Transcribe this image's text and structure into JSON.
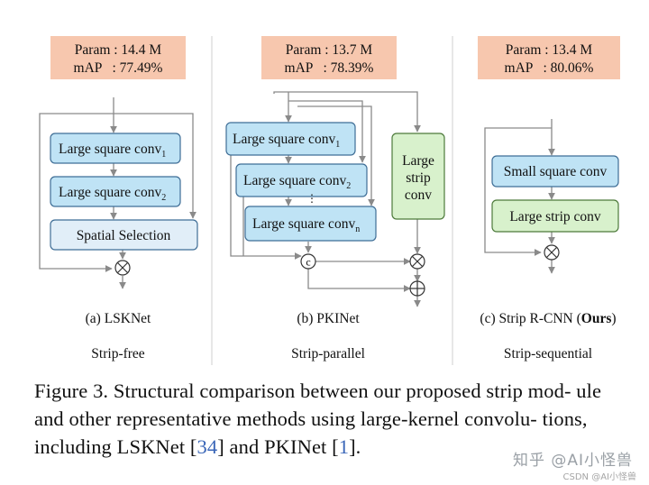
{
  "colors": {
    "param_bg": "#f7c7ae",
    "box_blue_fill": "#bfe3f5",
    "box_blue_stroke": "#3f6e96",
    "box_light_fill": "#e1eef8",
    "box_green_fill": "#d8f1cc",
    "box_green_stroke": "#4d7a3b",
    "line": "#8a8a8a",
    "ref_link": "#3a66b8"
  },
  "panels": [
    {
      "param": "Param : 14.4 M",
      "map": "mAP   : 77.49%",
      "label": "(a) LSKNet",
      "style": "Strip-free",
      "boxes": {
        "b1": {
          "text": "Large square conv",
          "sub": "1"
        },
        "b2": {
          "text": "Large square conv",
          "sub": "2"
        },
        "b3": {
          "text": "Spatial Selection"
        }
      }
    },
    {
      "param": "Param : 13.7 M",
      "map": "mAP   : 78.39%",
      "label": "(b) PKINet",
      "style": "Strip-parallel",
      "boxes": {
        "b1": {
          "text": "Large square conv",
          "sub": "1"
        },
        "b2": {
          "text": "Large square conv",
          "sub": "2"
        },
        "bn": {
          "text": "Large square conv",
          "sub": "n"
        },
        "green": {
          "line1": "Large",
          "line2": "strip",
          "line3": "conv"
        },
        "dots": "⋮",
        "concat": "c"
      }
    },
    {
      "param": "Param : 13.4 M",
      "map": "mAP   : 80.06%",
      "label_prefix": "(c) Strip R-CNN (",
      "label_bold": "Ours",
      "label_suffix": ")",
      "style": "Strip-sequential",
      "boxes": {
        "b1": {
          "text": "Small square conv"
        },
        "green": {
          "text": "Large strip conv"
        }
      }
    }
  ],
  "caption": {
    "part1": "Figure 3.  Structural comparison between our proposed strip mod-",
    "part2": "ule and other representative methods using large-kernel convolu-",
    "part3": "tions, including LSKNet [",
    "ref1": "34",
    "part4": "] and PKINet [",
    "ref2": "1",
    "part5": "]."
  },
  "watermark": {
    "line1": "知乎 @AI小怪兽",
    "line2": "CSDN @AI小怪兽"
  }
}
